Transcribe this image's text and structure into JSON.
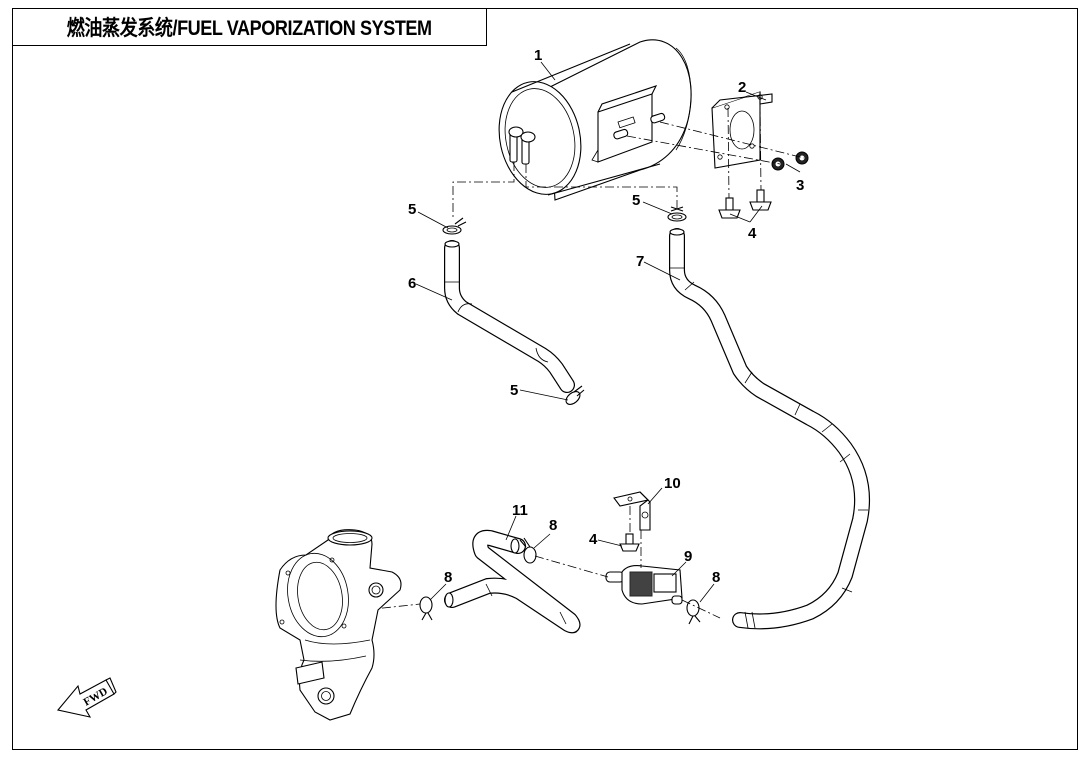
{
  "title": "燃油蒸发系统/FUEL VAPORIZATION SYSTEM",
  "direction_indicator": {
    "label": "FWD",
    "icon": "forward-arrow-icon"
  },
  "parts": [
    {
      "ref": "1",
      "name": "carbon-canister"
    },
    {
      "ref": "2",
      "name": "canister-bracket"
    },
    {
      "ref": "3",
      "name": "nut"
    },
    {
      "ref": "4",
      "name": "flange-bolt"
    },
    {
      "ref": "5",
      "name": "hose-clamp"
    },
    {
      "ref": "6",
      "name": "vapor-hose"
    },
    {
      "ref": "7",
      "name": "vapor-hose-long"
    },
    {
      "ref": "8",
      "name": "hose-clamp"
    },
    {
      "ref": "9",
      "name": "purge-valve"
    },
    {
      "ref": "10",
      "name": "valve-bracket"
    },
    {
      "ref": "11",
      "name": "purge-hose"
    }
  ],
  "callouts": {
    "c1": "1",
    "c2": "2",
    "c3": "3",
    "c4a": "4",
    "c4b": "4",
    "c5a": "5",
    "c5b": "5",
    "c5c": "5",
    "c6": "6",
    "c7": "7",
    "c8a": "8",
    "c8b": "8",
    "c8c": "8",
    "c9": "9",
    "c10": "10",
    "c11": "11"
  }
}
